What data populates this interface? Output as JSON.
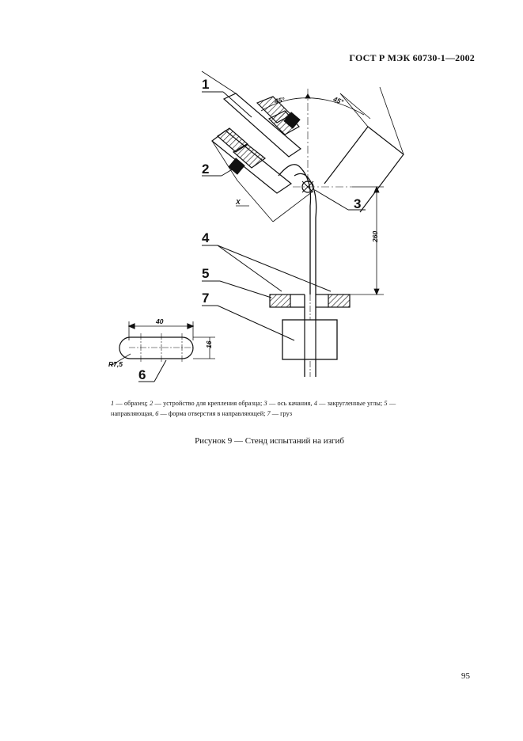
{
  "header": {
    "standard": "ГОСТ Р МЭК 60730-1—2002"
  },
  "figure": {
    "callouts": [
      "1",
      "2",
      "3",
      "4",
      "5",
      "6",
      "7"
    ],
    "dimensions": {
      "angle_left": "45°",
      "angle_right": "45°",
      "height": "260",
      "slot_length": "40",
      "slot_width": "16",
      "slot_radius": "R7,5",
      "axis_x": "X"
    }
  },
  "legend": {
    "items": [
      {
        "num": "1",
        "text": "образец;"
      },
      {
        "num": "2",
        "text": "устройство для крепления образца;"
      },
      {
        "num": "3",
        "text": "ось качания,"
      },
      {
        "num": "4",
        "text": "закругленные углы;"
      },
      {
        "num": "5",
        "text": "направляющая,"
      },
      {
        "num": "6",
        "text": "форма отверстия в направляющей;"
      },
      {
        "num": "7",
        "text": "груз"
      }
    ],
    "dash": "—"
  },
  "caption": {
    "title": "Рисунок 9 — Стенд испытаний на изгиб"
  },
  "page": {
    "number": "95"
  }
}
